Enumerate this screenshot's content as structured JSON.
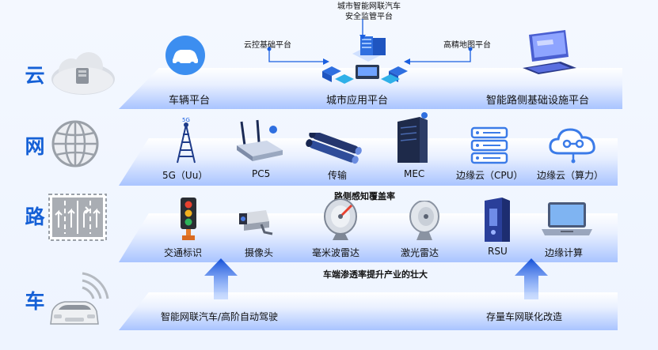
{
  "tiers": {
    "cloud": "云",
    "network": "网",
    "road": "路",
    "vehicle": "车"
  },
  "cloud_layer": {
    "vehicle_platform": "车辆平台",
    "city_app_platform": "城市应用平台",
    "infra_platform": "智能路侧基础设施平台",
    "safety_platform_line1": "城市智能网联汽车",
    "safety_platform_line2": "安全监管平台",
    "cloud_control": "云控基础平台",
    "hd_map": "高精地图平台"
  },
  "network_layer": {
    "items": [
      "5G（Uu）",
      "PC5",
      "传输",
      "MEC",
      "边缘云（CPU）",
      "边缘云（算力）"
    ],
    "caption": "路侧感知覆盖率"
  },
  "road_layer": {
    "items": [
      "交通标识",
      "摄像头",
      "毫米波雷达",
      "激光雷达",
      "RSU",
      "边缘计算"
    ],
    "caption": "车端渗透率提升产业的壮大"
  },
  "vehicle_layer": {
    "left_text": "智能网联汽车/高阶自动驾驶",
    "right_text": "存量车网联化改造"
  },
  "colors": {
    "accent": "#1560d6",
    "arrow": "#1a5fe0"
  }
}
